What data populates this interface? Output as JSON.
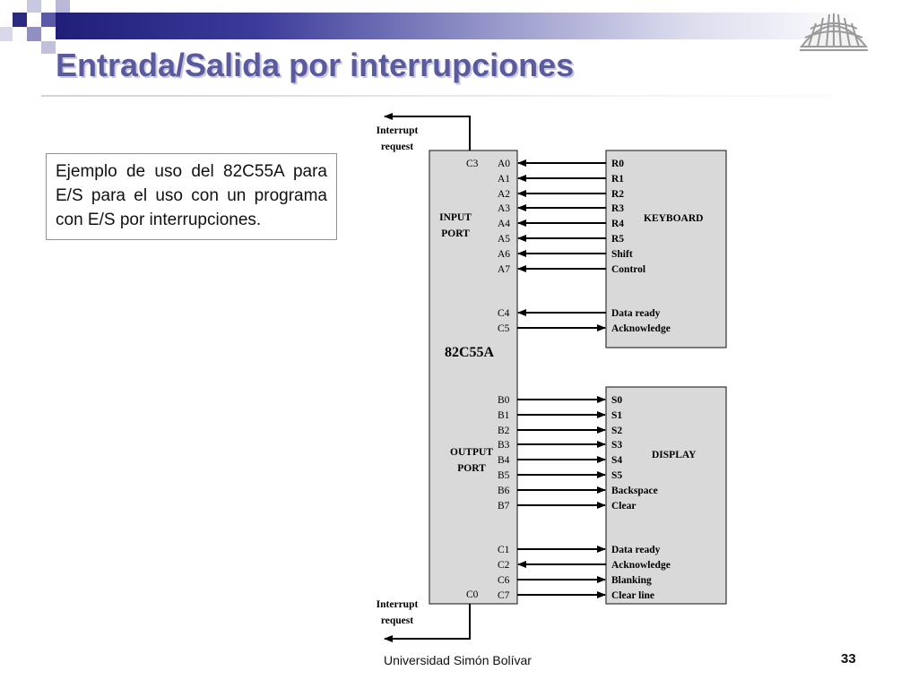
{
  "title": "Entrada/Salida por interrupciones",
  "description": "Ejemplo de uso del 82C55A para E/S para el uso con un programa con E/S por interrupciones.",
  "footer": "Universidad Simón Bolívar",
  "page_number": "33",
  "colors": {
    "title": "#5a5aa0",
    "accent": "#1f1f7a",
    "block_fill": "#d9d9d9"
  },
  "diagram": {
    "chip": {
      "name": "82C55A",
      "input_port": [
        "INPUT",
        "PORT"
      ],
      "output_port": [
        "OUTPUT",
        "PORT"
      ]
    },
    "keyboard": {
      "name": "KEYBOARD"
    },
    "display": {
      "name": "DISPLAY"
    },
    "interrupt_top": [
      "Interrupt",
      "request"
    ],
    "interrupt_bottom": [
      "Interrupt",
      "request"
    ],
    "c3": "C3",
    "c0": "C0",
    "keyboard_signals": [
      {
        "pin": "A0",
        "label": "R0",
        "dir": "in"
      },
      {
        "pin": "A1",
        "label": "R1",
        "dir": "in"
      },
      {
        "pin": "A2",
        "label": "R2",
        "dir": "in"
      },
      {
        "pin": "A3",
        "label": "R3",
        "dir": "in"
      },
      {
        "pin": "A4",
        "label": "R4",
        "dir": "in"
      },
      {
        "pin": "A5",
        "label": "R5",
        "dir": "in"
      },
      {
        "pin": "A6",
        "label": "Shift",
        "dir": "in"
      },
      {
        "pin": "A7",
        "label": "Control",
        "dir": "in"
      },
      {
        "pin": "C4",
        "label": "Data ready",
        "dir": "in"
      },
      {
        "pin": "C5",
        "label": "Acknowledge",
        "dir": "out"
      }
    ],
    "display_signals": [
      {
        "pin": "B0",
        "label": "S0",
        "dir": "out"
      },
      {
        "pin": "B1",
        "label": "S1",
        "dir": "out"
      },
      {
        "pin": "B2",
        "label": "S2",
        "dir": "out"
      },
      {
        "pin": "B3",
        "label": "S3",
        "dir": "out"
      },
      {
        "pin": "B4",
        "label": "S4",
        "dir": "out"
      },
      {
        "pin": "B5",
        "label": "S5",
        "dir": "out"
      },
      {
        "pin": "B6",
        "label": "Backspace",
        "dir": "out"
      },
      {
        "pin": "B7",
        "label": "Clear",
        "dir": "out"
      },
      {
        "pin": "C1",
        "label": "Data ready",
        "dir": "out"
      },
      {
        "pin": "C2",
        "label": "Acknowledge",
        "dir": "in"
      },
      {
        "pin": "C6",
        "label": "Blanking",
        "dir": "out"
      },
      {
        "pin": "C7",
        "label": "Clear line",
        "dir": "out"
      }
    ]
  }
}
